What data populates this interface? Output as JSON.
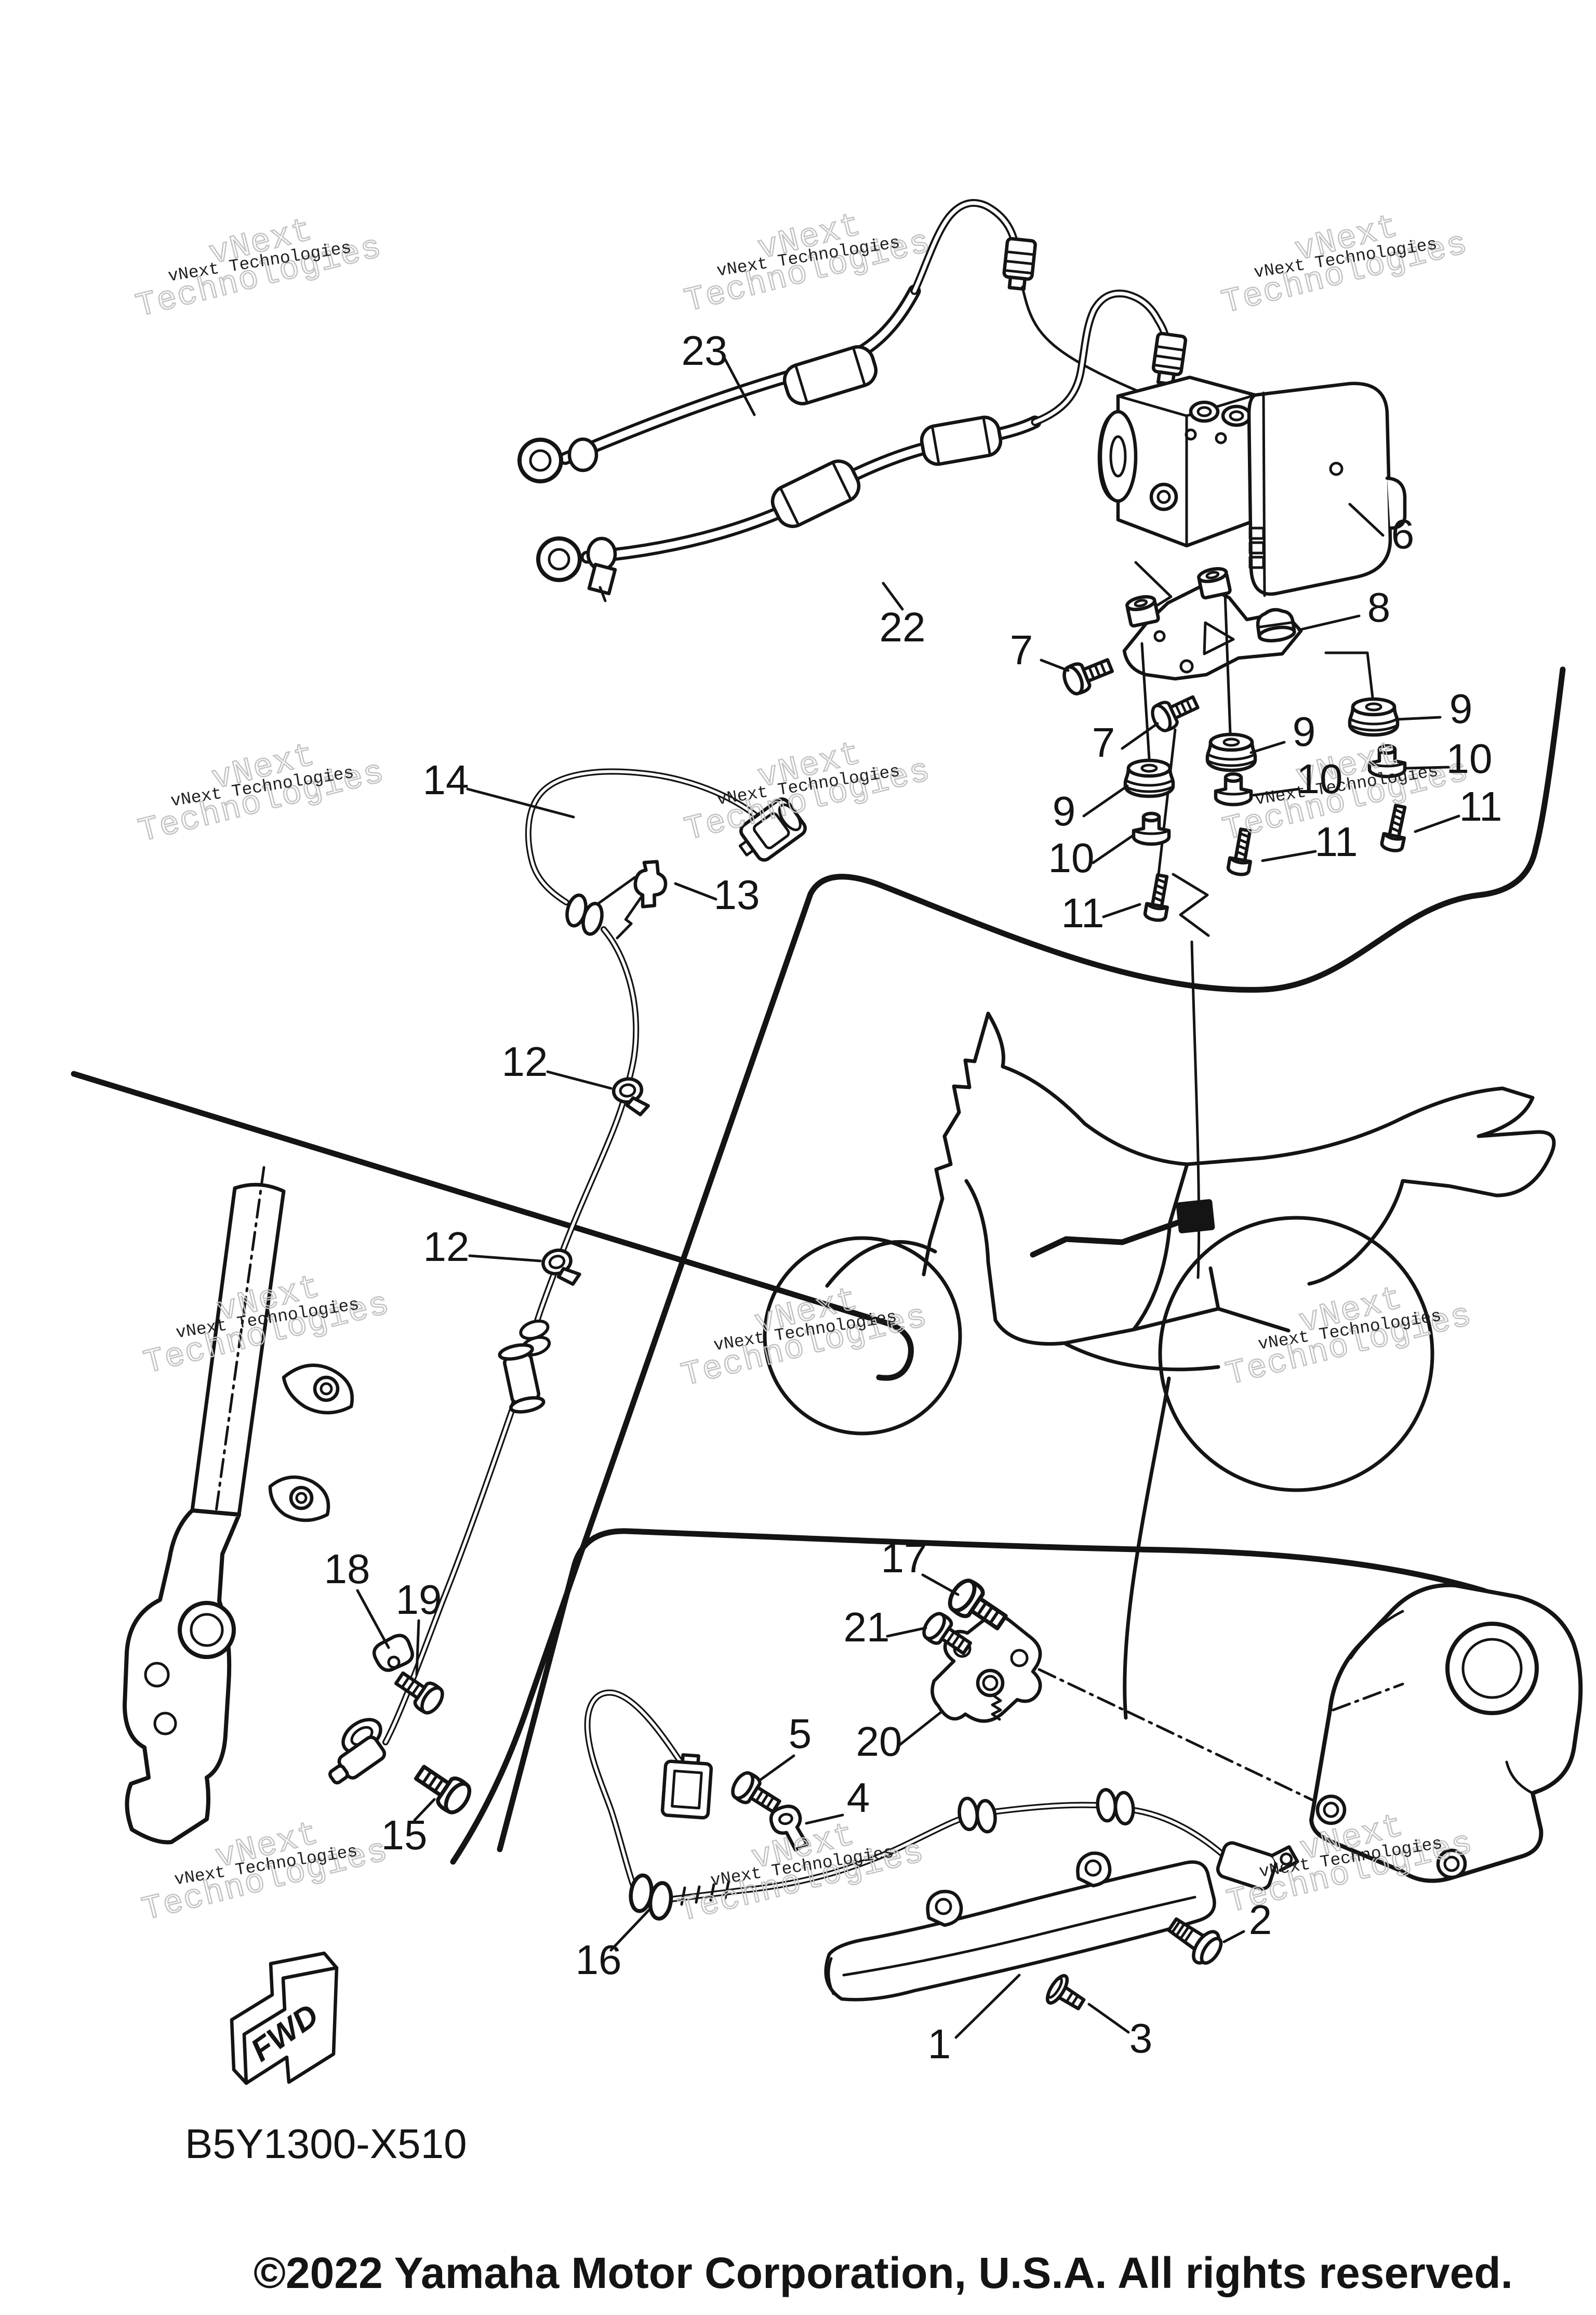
{
  "page": {
    "background": "#ffffff",
    "ink": "#141414"
  },
  "diagram": {
    "code": "B5Y1300-X510",
    "fwd": "FWD",
    "copyright": "©2022 Yamaha Motor Corporation, U.S.A. All rights reserved."
  },
  "watermark": {
    "big1": "vNext",
    "big2": "Technologies",
    "small": "vNext Technologies",
    "outline_color": "#c3c3c3",
    "text_color": "#1f1f1f"
  },
  "labels": {
    "p1": "1",
    "p2": "2",
    "p3": "3",
    "p4": "4",
    "p5": "5",
    "p6": "6",
    "p7": "7",
    "p8": "8",
    "p9": "9",
    "p10": "10",
    "p11": "11",
    "p12": "12",
    "p13": "13",
    "p14": "14",
    "p15": "15",
    "p16": "16",
    "p17": "17",
    "p18": "18",
    "p19": "19",
    "p20": "20",
    "p21": "21",
    "p22": "22",
    "p23": "23"
  }
}
